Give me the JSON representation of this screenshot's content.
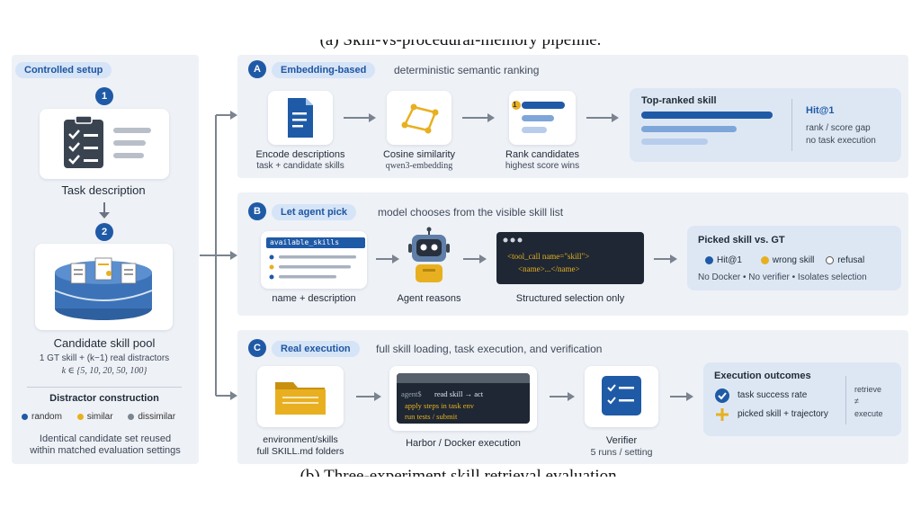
{
  "captions": {
    "top": "(a) Skill-vs-procedural-memory pipeline.",
    "bottom": "(b) Three-experiment skill retrieval evaluation."
  },
  "left": {
    "title": "Controlled setup",
    "step1": "1",
    "task_label": "Task description",
    "step2": "2",
    "pool_label": "Candidate skill pool",
    "pool_sub1": "1 GT skill + (k−1) real distractors",
    "pool_sub2": "k ∈ {5, 10, 20, 50, 100}",
    "distractor_title": "Distractor construction",
    "legend": {
      "random": "random",
      "similar": "similar",
      "dissimilar": "dissimilar"
    },
    "footer1": "Identical candidate set reused",
    "footer2": "within matched evaluation settings"
  },
  "panelA": {
    "letter": "A",
    "title": "Embedding-based",
    "desc": "deterministic semantic ranking",
    "step1": "Encode descriptions",
    "step1_sub": "task + candidate skills",
    "step2": "Cosine similarity",
    "step2_sub": "qwen3-embedding",
    "step3": "Rank candidates",
    "step3_sub": "highest score wins",
    "rank_num": "1",
    "result_title": "Top-ranked skill",
    "metric": "Hit@1",
    "metric_sub1": "rank / score gap",
    "metric_sub2": "no task execution"
  },
  "panelB": {
    "letter": "B",
    "title": "Let agent pick",
    "desc": "model chooses from the visible skill list",
    "list_header": "available_skills",
    "step1": "name + description",
    "step2": "Agent reasons",
    "code1": "<tool_call name=\"skill\">",
    "code2": "<name>...</name>",
    "step3": "Structured selection only",
    "result_title": "Picked skill vs. GT",
    "legend": {
      "hit": "Hit@1",
      "wrong": "wrong skill",
      "refusal": "refusal"
    },
    "note": "No Docker • No verifier • Isolates selection"
  },
  "panelC": {
    "letter": "C",
    "title": "Real execution",
    "desc": "full skill loading, task execution, and verification",
    "step1": "environment/skills",
    "step1_sub": "full SKILL.md folders",
    "term1a": "agent$",
    "term1b": "read skill → act",
    "term2": "apply steps in task env",
    "term3": "run tests / submit",
    "step2": "Harbor / Docker execution",
    "step3": "Verifier",
    "step3_sub": "5 runs / setting",
    "result_title": "Execution outcomes",
    "out1": "task success rate",
    "out2": "picked skill + trajectory",
    "side1": "retrieve",
    "side2": "≠",
    "side3": "execute"
  },
  "colors": {
    "accent": "#1f5aa6",
    "pill_bg": "#d6e4f7",
    "panel_bg": "#eef1f6",
    "similar": "#e8b020",
    "dissimilar": "#7d8590"
  }
}
